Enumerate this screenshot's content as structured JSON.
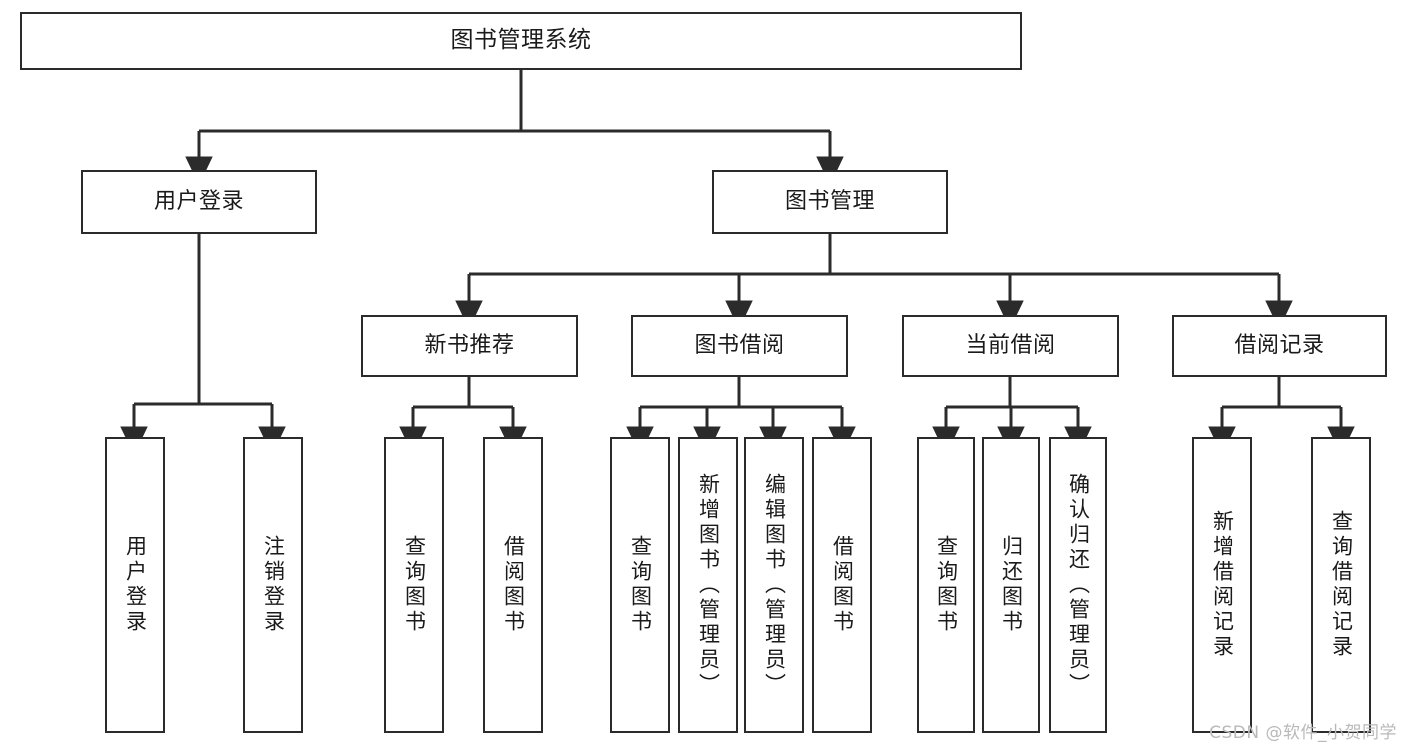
{
  "diagram": {
    "title": "图书管理系统",
    "type": "function-structure-tree",
    "root": {
      "label": "图书管理系统"
    },
    "level1": [
      {
        "label": "用户登录"
      },
      {
        "label": "图书管理"
      }
    ],
    "level2": [
      {
        "label": "新书推荐"
      },
      {
        "label": "图书借阅"
      },
      {
        "label": "当前借阅"
      },
      {
        "label": "借阅记录"
      }
    ],
    "leaves_user_login": [
      {
        "label": "用户登录"
      },
      {
        "label": "注销登录"
      }
    ],
    "leaves_new_book": [
      {
        "label": "查询图书"
      },
      {
        "label": "借阅图书"
      }
    ],
    "leaves_borrow": [
      {
        "label": "查询图书"
      },
      {
        "label": "新增图书（管理员）"
      },
      {
        "label": "编辑图书（管理员）"
      },
      {
        "label": "借阅图书"
      }
    ],
    "leaves_current": [
      {
        "label": "查询图书"
      },
      {
        "label": "归还图书"
      },
      {
        "label": "确认归还（管理员）"
      }
    ],
    "leaves_record": [
      {
        "label": "新增借阅记录"
      },
      {
        "label": "查询借阅记录"
      }
    ]
  },
  "watermark": {
    "text": "CSDN @软件_小贺同学"
  },
  "colors": {
    "stroke": "#2b2b2b",
    "fill": "#ffffff",
    "text": "#1a1a1a",
    "watermark": "#b9b9b9"
  }
}
